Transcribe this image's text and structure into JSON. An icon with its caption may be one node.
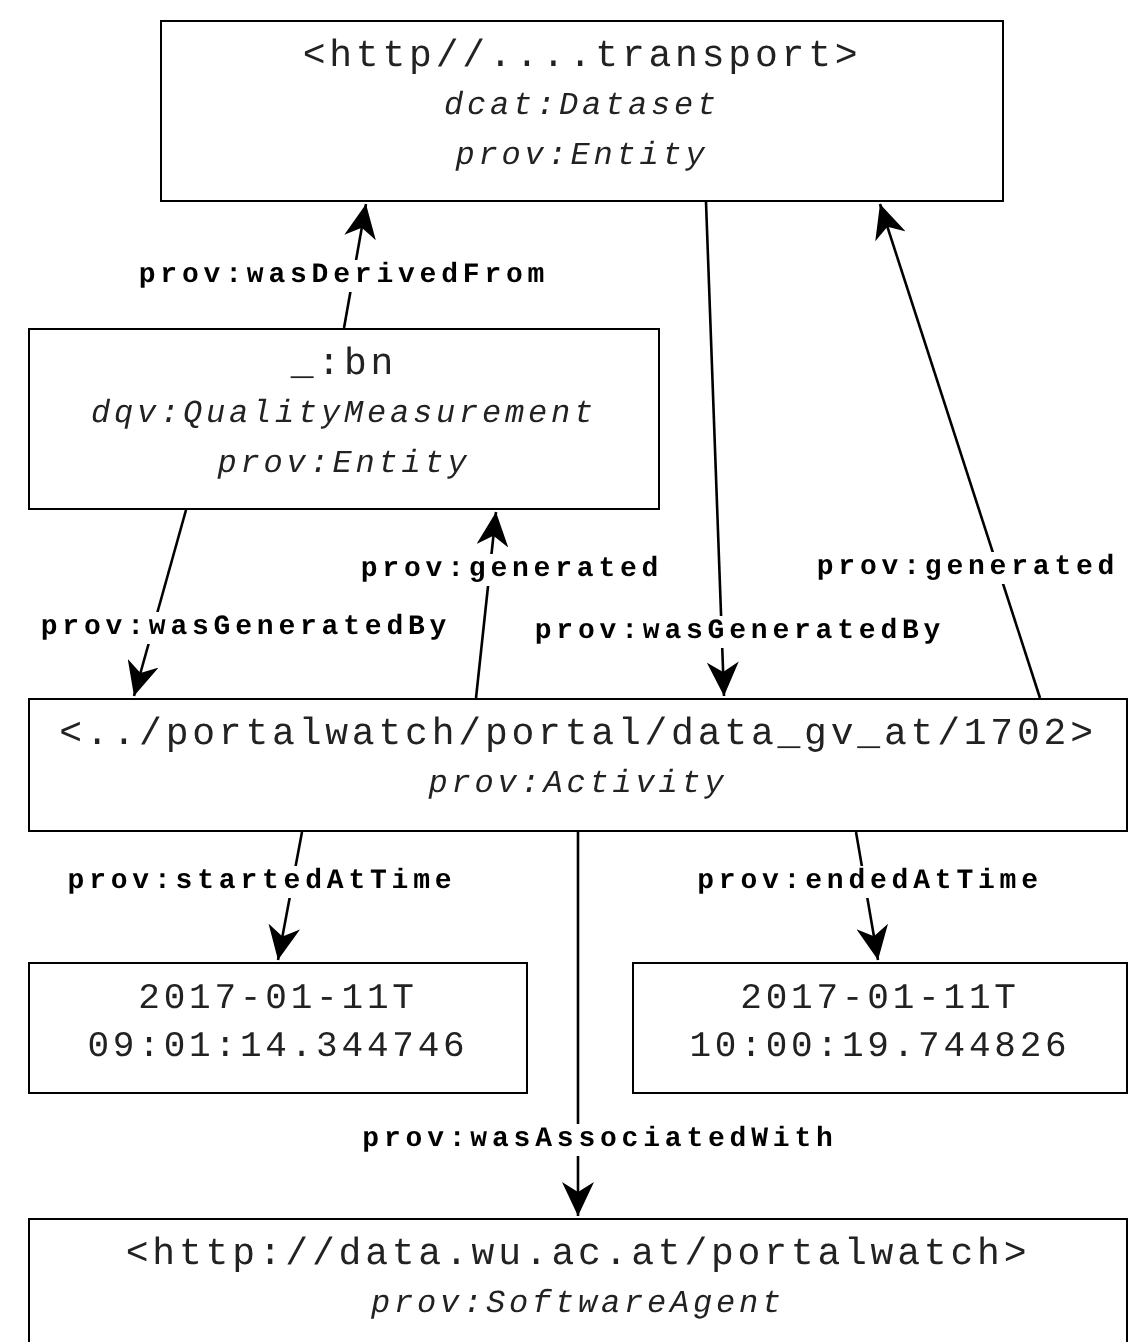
{
  "diagram": {
    "nodes": [
      {
        "text": [
          "<http//....transport>",
          "dcat:Dataset",
          "prov:Entity"
        ]
      },
      {
        "text": [
          "_:bn",
          "dqv:QualityMeasurement",
          "prov:Entity"
        ]
      },
      {
        "text": [
          "<../portalwatch/portal/data_gv_at/1702>",
          "prov:Activity"
        ]
      },
      {
        "text": [
          "2017-01-11T 09:01:14.344746"
        ]
      },
      {
        "text": [
          "2017-01-11T 10:00:19.744826"
        ]
      },
      {
        "text": [
          "<http://data.wu.ac.at/portalwatch>",
          "prov:SoftwareAgent"
        ]
      }
    ],
    "edges": [
      {
        "from": 1,
        "to": 0,
        "arrow": "to",
        "label": "prov:wasDerivedFrom"
      },
      {
        "from": 1,
        "to": 2,
        "arrow": "to",
        "label": "prov:wasGeneratedBy"
      },
      {
        "from": 2,
        "to": 1,
        "arrow": "to",
        "label": "prov:generated"
      },
      {
        "from": 0,
        "to": 2,
        "arrow": "to",
        "label": "prov:wasGeneratedBy"
      },
      {
        "from": 2,
        "to": 0,
        "arrow": "to",
        "label": "prov:generated"
      },
      {
        "from": 2,
        "to": 3,
        "arrow": "to",
        "label": "prov:startedAtTime"
      },
      {
        "from": 2,
        "to": 4,
        "arrow": "to",
        "label": "prov:endedAtTime"
      },
      {
        "from": 2,
        "to": 5,
        "arrow": "to",
        "label": "prov:wasAssociatedWith"
      }
    ]
  }
}
